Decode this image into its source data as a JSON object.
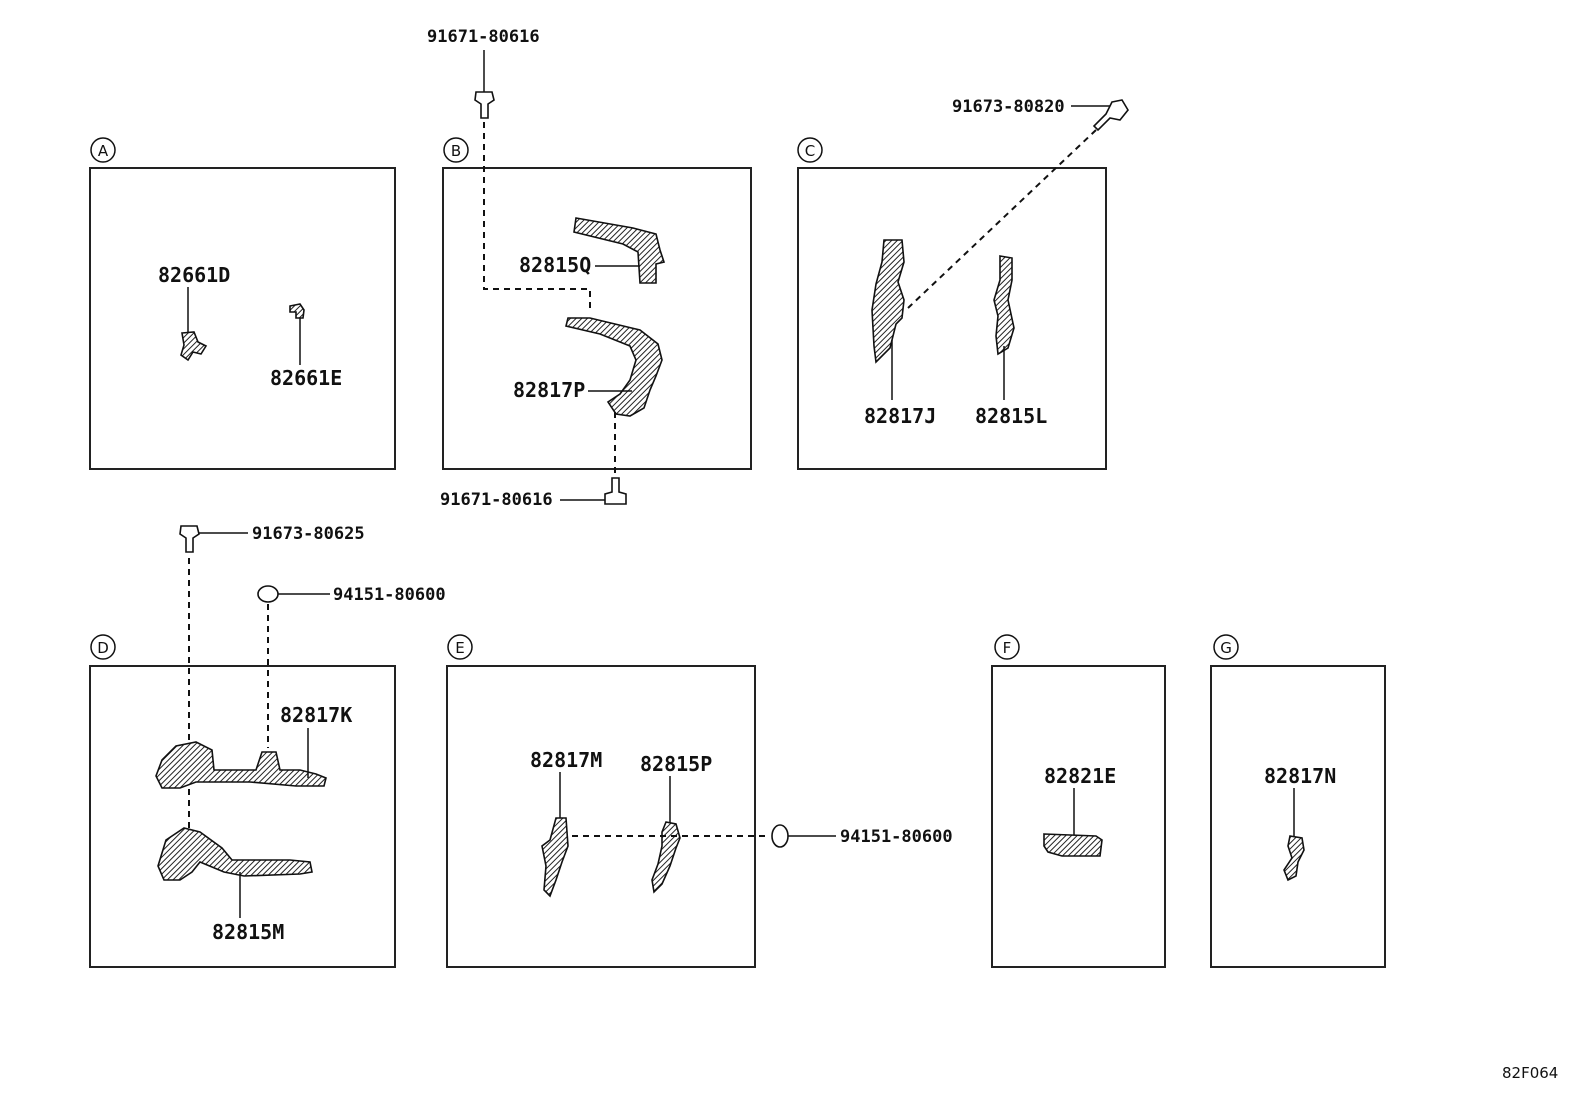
{
  "diagram": {
    "sections": [
      {
        "letter": "A",
        "parts": [
          "82661D",
          "82661E"
        ]
      },
      {
        "letter": "B",
        "parts": [
          "82815Q",
          "82817P"
        ]
      },
      {
        "letter": "C",
        "parts": [
          "82817J",
          "82815L"
        ]
      },
      {
        "letter": "D",
        "parts": [
          "82817K",
          "82815M"
        ]
      },
      {
        "letter": "E",
        "parts": [
          "82817M",
          "82815P"
        ]
      },
      {
        "letter": "F",
        "parts": [
          "82821E"
        ]
      },
      {
        "letter": "G",
        "parts": [
          "82817N"
        ]
      }
    ],
    "fasteners": {
      "b_top": "91671-80616",
      "b_bottom": "91671-80616",
      "c_bolt": "91673-80820",
      "d_bolt": "91673-80625",
      "d_nut": "94151-80600",
      "e_nut": "94151-80600"
    },
    "code": "82F064"
  }
}
